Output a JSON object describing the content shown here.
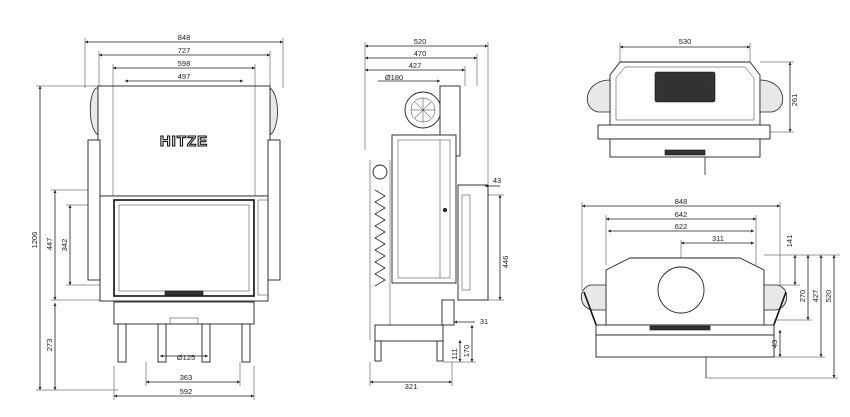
{
  "brand": "HITZE",
  "front_view": {
    "dims": {
      "width_848": "848",
      "width_727": "727",
      "width_598": "598",
      "width_497": "497",
      "height_1206": "1206",
      "height_447": "447",
      "height_342": "342",
      "height_273": "273",
      "dia_125": "Ø125",
      "width_363": "363",
      "width_592": "592"
    }
  },
  "side_view": {
    "dims": {
      "width_520": "520",
      "width_470": "470",
      "width_427": "427",
      "dia_180": "Ø180",
      "depth_43": "43",
      "height_446": "446",
      "depth_31": "31",
      "height_111": "111",
      "height_170": "170",
      "depth_321": "321"
    }
  },
  "top_view": {
    "dims": {
      "width_530": "530",
      "depth_261": "261"
    }
  },
  "bottom_view": {
    "dims": {
      "width_848": "848",
      "width_642": "642",
      "width_622": "622",
      "width_311": "311",
      "depth_141": "141",
      "depth_270": "270",
      "depth_427": "427",
      "depth_520": "520",
      "depth_43": "43"
    }
  }
}
